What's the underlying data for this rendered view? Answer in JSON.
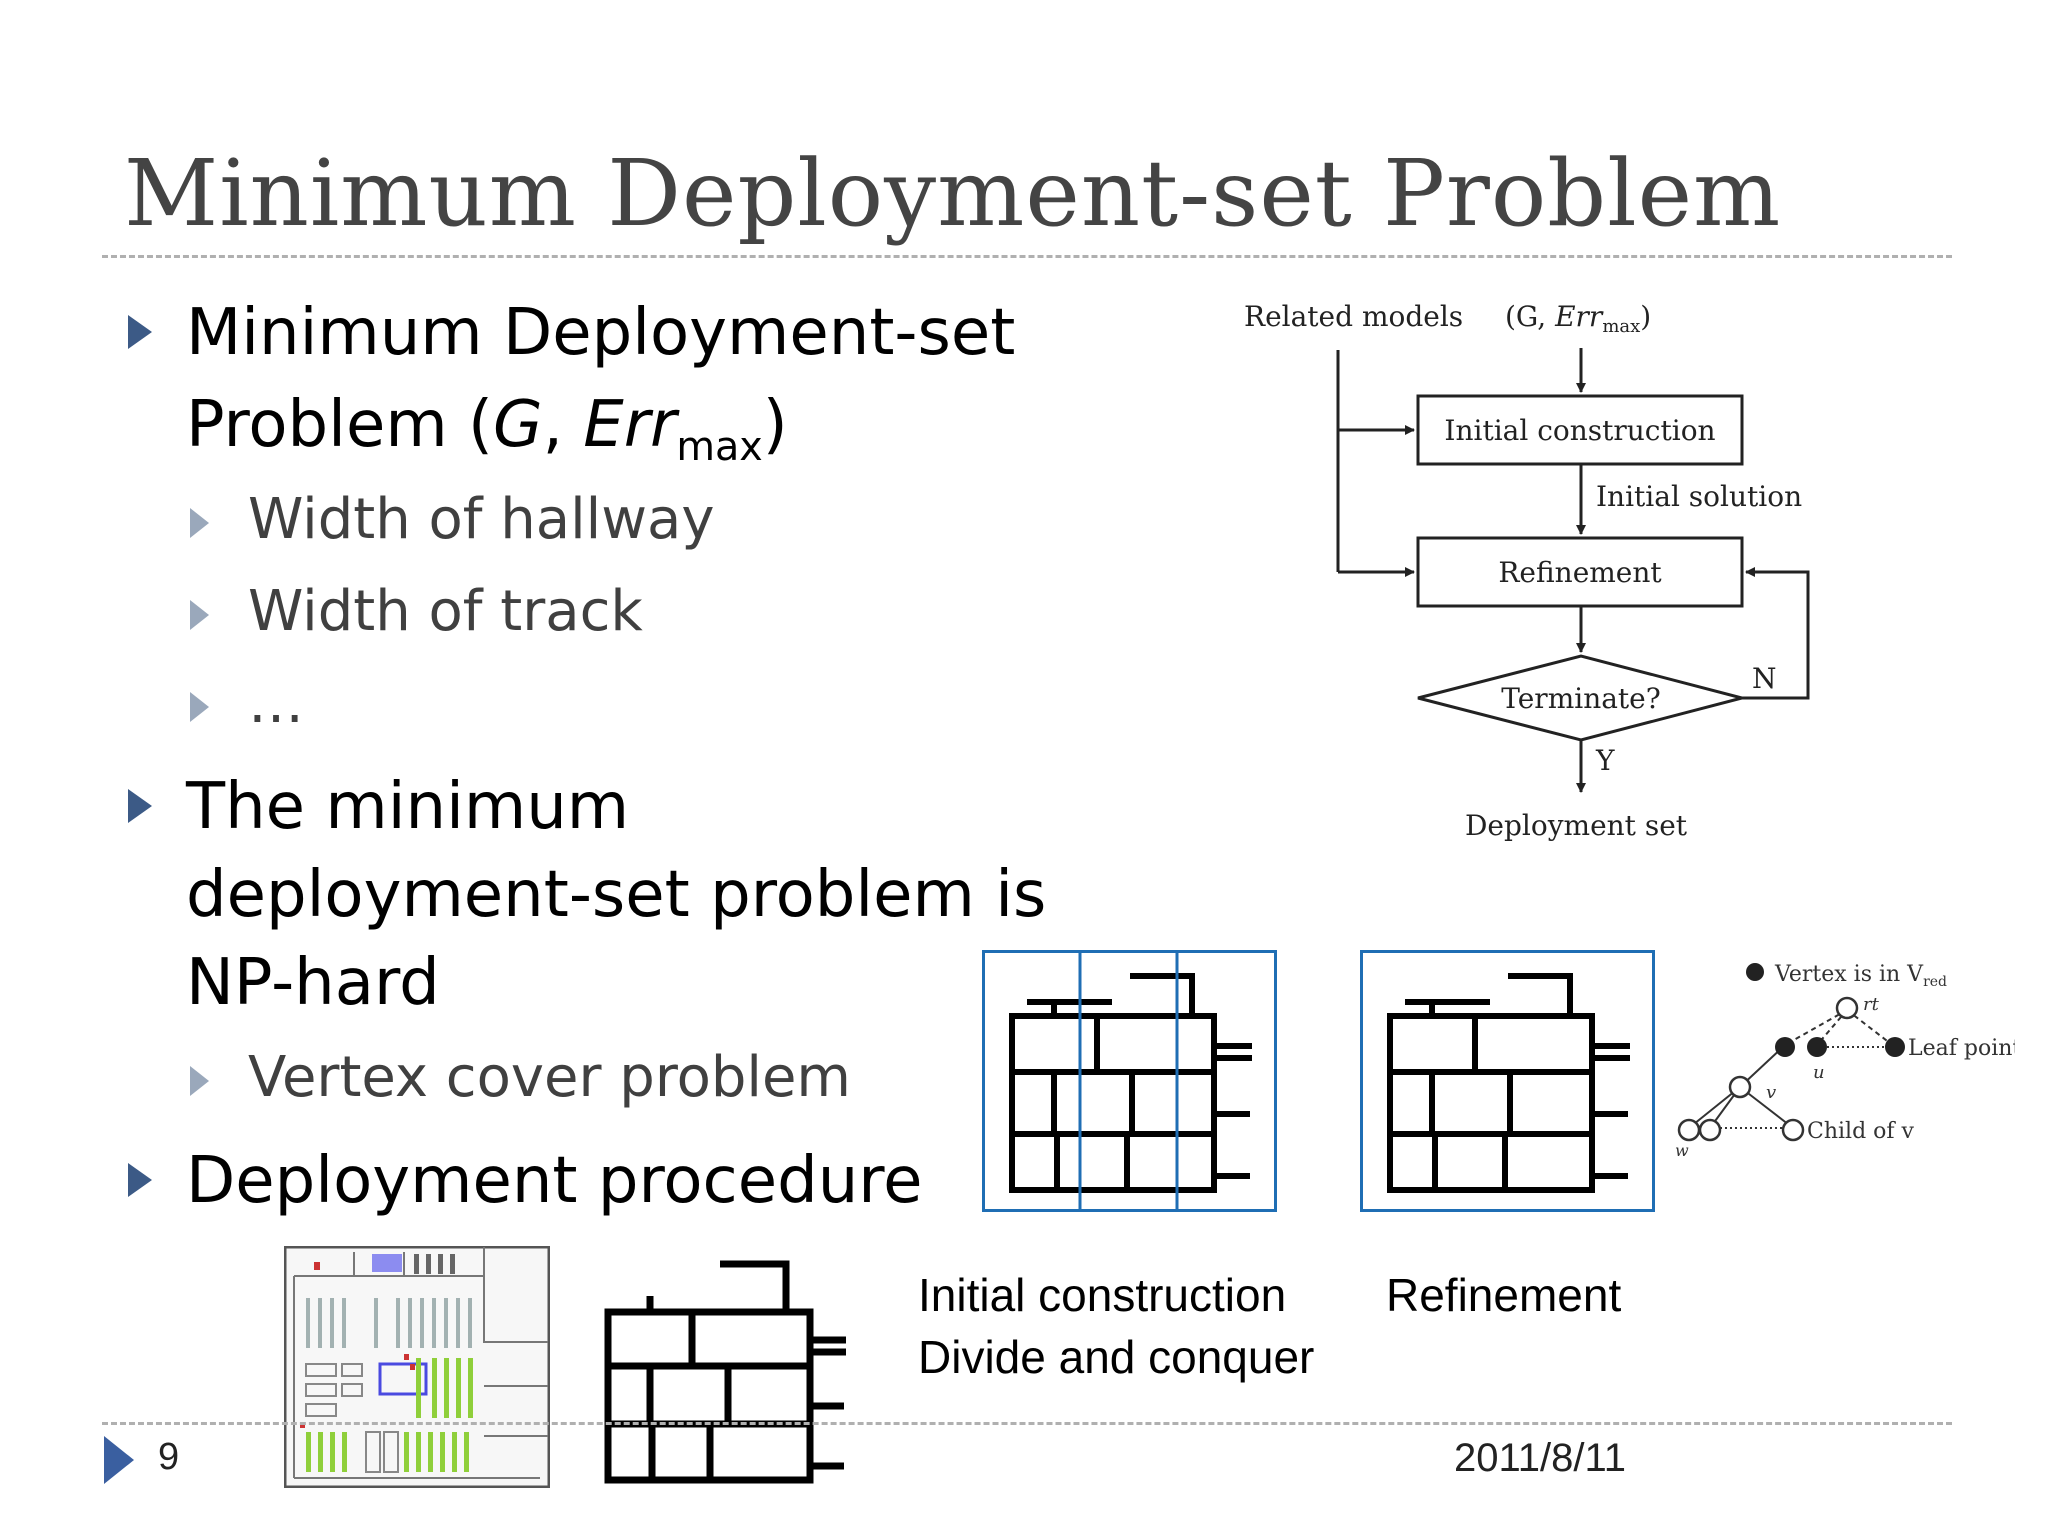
{
  "slide": {
    "title": "Minimum Deployment-set Problem",
    "page_number": "9",
    "date": "2011/8/11"
  },
  "bullets": {
    "b1_line1": "Minimum Deployment-set",
    "b1_line2_prefix": "Problem (",
    "b1_G": "G",
    "b1_comma": ", ",
    "b1_Err": "Err",
    "b1_sub": "max",
    "b1_close": ")",
    "sub1": "Width of hallway",
    "sub2": "Width of track",
    "sub3": "…",
    "b2_line1": "The minimum",
    "b2_line2": "deployment-set problem is",
    "b2_line3": "NP-hard",
    "sub4": "Vertex cover problem",
    "b3": "Deployment procedure"
  },
  "flowchart": {
    "related_models": "Related models",
    "input_prefix": "(G, ",
    "input_err": "Err",
    "input_sub": "max",
    "input_close": ")",
    "box1": "Initial construction",
    "edge1": "Initial solution",
    "box2": "Refinement",
    "decision": "Terminate?",
    "no_label": "N",
    "yes_label": "Y",
    "output": "Deployment set"
  },
  "tree_legend": {
    "vertex_in": "Vertex is in V",
    "vertex_sub": "red",
    "rt": "rt",
    "leaf": "Leaf point",
    "u": "u",
    "v": "v",
    "w": "w",
    "child": "Child of v"
  },
  "captions": {
    "initial_line1": "Initial construction",
    "initial_line2": "Divide and conquer",
    "refinement": "Refinement"
  },
  "colors": {
    "title": "#444444",
    "bullet_arrow": "#3c5a86",
    "frame_blue": "#1f6eb4",
    "shelf_green": "#8fcf3a"
  }
}
